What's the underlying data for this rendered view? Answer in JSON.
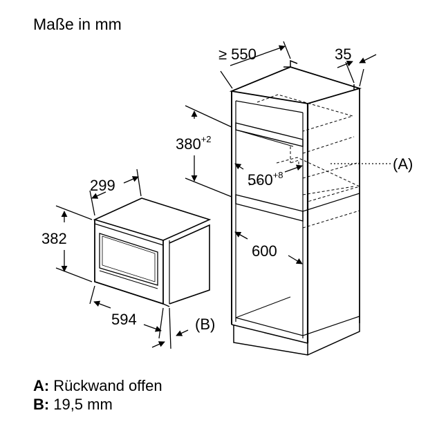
{
  "title": "Maße in mm",
  "dimensions": {
    "cabinet_depth": "≥ 550",
    "cabinet_wall": "35",
    "niche_height": "380",
    "niche_height_tol": "+2",
    "niche_width": "560",
    "niche_width_tol": "+8",
    "inner_depth": "600",
    "appliance_depth": "299",
    "appliance_height": "382",
    "appliance_width": "594",
    "gap_label": "(B)",
    "back_label": "(A)"
  },
  "legend": [
    {
      "key": "A:",
      "text": "Rückwand offen"
    },
    {
      "key": "B:",
      "text": "19,5 mm"
    }
  ]
}
